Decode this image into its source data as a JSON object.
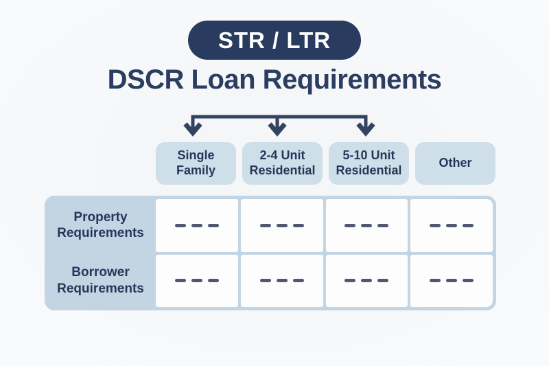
{
  "badge": {
    "label": "STR / LTR"
  },
  "title": "DSCR Loan Requirements",
  "columns": [
    {
      "label": "Single Family"
    },
    {
      "label": "2-4 Unit Residential"
    },
    {
      "label": "5-10 Unit Residential"
    },
    {
      "label": "Other"
    }
  ],
  "arrows": {
    "count": 3
  },
  "table": {
    "rows": [
      {
        "label": "Property Requirements",
        "cells": [
          "- - -",
          "- - -",
          "- - -",
          "- - -"
        ]
      },
      {
        "label": "Borrower Requirements",
        "cells": [
          "- - -",
          "- - -",
          "- - -",
          "- - -"
        ]
      }
    ]
  },
  "colors": {
    "navy": "#293b5e",
    "chip_blue": "#cfdfe9",
    "table_blue": "#c3d4e2",
    "cell_white": "#fdfdfe",
    "dash": "#4e5970",
    "background": "#f6f7f9"
  }
}
